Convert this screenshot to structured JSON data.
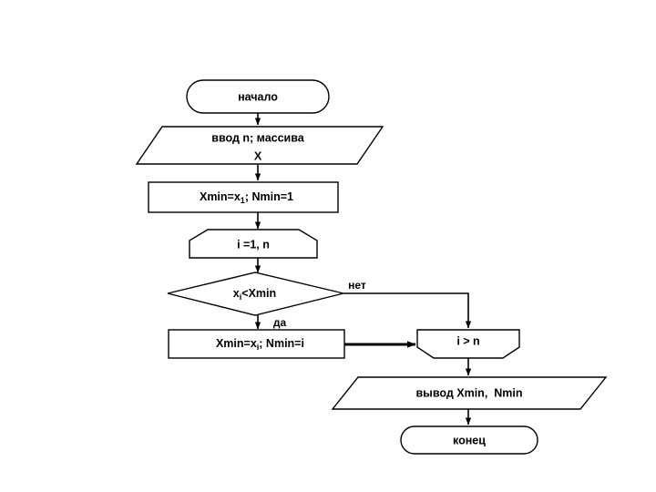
{
  "diagram": {
    "title": "Algorithm flowchart: find minimum of array",
    "language": "ru",
    "colors": {
      "background": "#ffffff",
      "stroke": "#000000",
      "fill": "#ffffff",
      "text": "#000000"
    },
    "nodes": [
      {
        "id": "start",
        "shape": "terminator",
        "label": "начало"
      },
      {
        "id": "input",
        "shape": "parallelogram",
        "label_line1": "ввод n; массива",
        "label_line2": "X"
      },
      {
        "id": "init",
        "shape": "process",
        "label_main": "Xmin=x",
        "label_sub": "1",
        "label_tail": "; Nmin=1"
      },
      {
        "id": "loop-start",
        "shape": "loop-begin-hexagon",
        "label": "i =1, n"
      },
      {
        "id": "condition",
        "shape": "decision",
        "label_main": "x",
        "label_sub": "i",
        "label_tail": "<Xmin"
      },
      {
        "id": "assign",
        "shape": "process",
        "label_main": "Xmin=x",
        "label_sub": "i",
        "label_tail": "; Nmin=i"
      },
      {
        "id": "loop-end",
        "shape": "loop-end-hexagon",
        "label": "i > n"
      },
      {
        "id": "output",
        "shape": "parallelogram",
        "label": "вывод Xmin,  Nmin"
      },
      {
        "id": "end",
        "shape": "terminator",
        "label": "конец"
      }
    ],
    "edge_labels": {
      "no_branch": "нет",
      "yes_branch": "да"
    }
  }
}
